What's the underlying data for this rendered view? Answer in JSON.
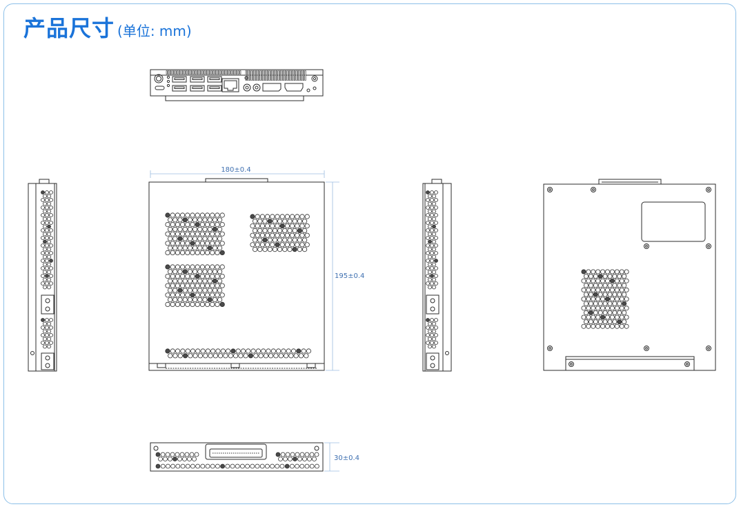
{
  "title": "产品尺寸",
  "unit": "(单位: mm)",
  "dimensions": {
    "width": "180±0.4",
    "depth": "195±0.4",
    "height": "30±0.4"
  },
  "colors": {
    "accent": "#1a73d9",
    "border": "#8cbfe8",
    "dimension": "#3e6fb0",
    "line": "#2b2b2b"
  }
}
